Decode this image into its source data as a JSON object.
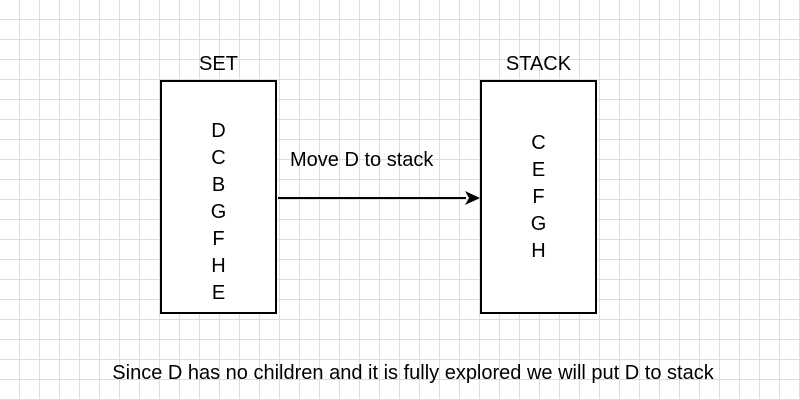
{
  "set": {
    "title": "SET",
    "items": [
      "D",
      "C",
      "B",
      "G",
      "F",
      "H",
      "E"
    ]
  },
  "stack": {
    "title": "STACK",
    "items": [
      "C",
      "E",
      "F",
      "G",
      "H"
    ]
  },
  "arrow": {
    "label": "Move D to stack"
  },
  "caption": "Since D has no children and it is fully explored we will put D to stack"
}
